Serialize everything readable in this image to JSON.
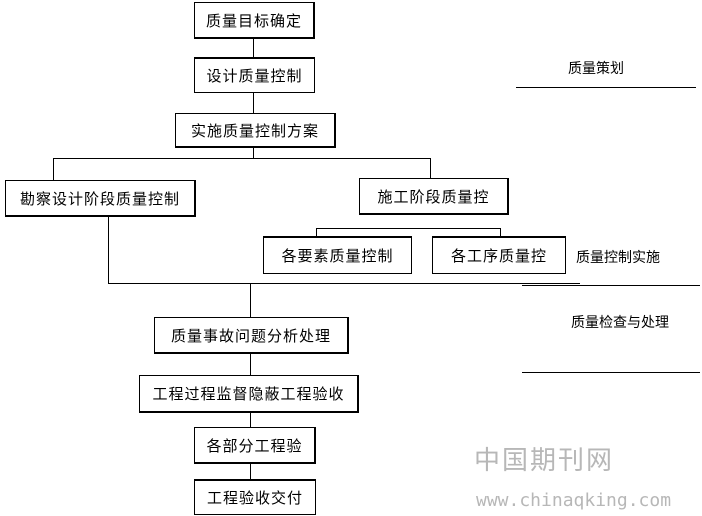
{
  "flow": {
    "goal": "质量目标确定",
    "design_control": "设计质量控制",
    "plan": "实施质量控制方案",
    "survey_stage": "勘察设计阶段质量控制",
    "construction_stage": "施工阶段质量控",
    "elements": "各要素质量控制",
    "processes": "各工序质量控",
    "accident_analysis": "质量事故问题分析处理",
    "supervision": "工程过程监督隐蔽工程验收",
    "partial_acceptance": "各部分工程验",
    "handover": "工程验收交付"
  },
  "phases": {
    "planning": "质量策划",
    "implementation": "质量控制实施",
    "inspection": "质量检查与处理"
  },
  "watermark": {
    "name": "中国期刊网",
    "url": "www.chinaqking.com"
  }
}
